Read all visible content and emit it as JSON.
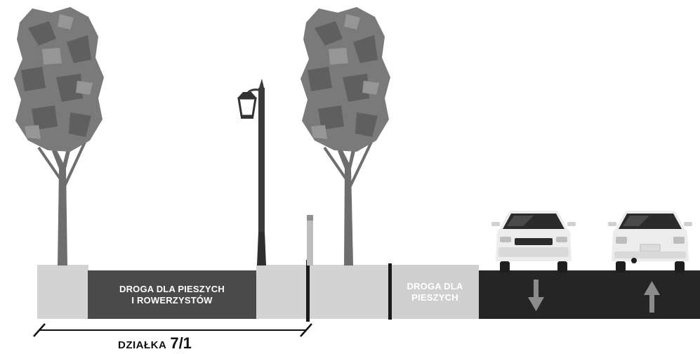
{
  "colors": {
    "verge": "#d3d3d3",
    "shared_path": "#4a4a4a",
    "sidewalk": "#cfcfcf",
    "roadway": "#252525",
    "curb": "#1a1a1a",
    "tree_trunk": "#6e6e6e",
    "tree_crown": "#7a7a7a",
    "lamp": "#3a3a3a",
    "car_body": "#ececec",
    "arrow": "#8c8c8c",
    "label_text": "#ffffff"
  },
  "labels": {
    "shared_path_line1": "DROGA DLA PIESZYCH",
    "shared_path_line2": "I ROWERZYSTÓW",
    "sidewalk_line1": "DROGA DLA",
    "sidewalk_line2": "PIESZYCH",
    "plot_word": "DZIAŁKA",
    "plot_number": "7/1"
  },
  "icons": {
    "tree": "tree-icon",
    "lamp": "street-lamp-icon",
    "bollard": "bollard-icon",
    "car_front": "car-front-icon",
    "car_rear": "car-rear-icon",
    "arrow_down": "arrow-down-icon",
    "arrow_up": "arrow-up-icon"
  },
  "lanes": [
    {
      "id": "southbound",
      "direction": "down"
    },
    {
      "id": "northbound",
      "direction": "up"
    }
  ]
}
